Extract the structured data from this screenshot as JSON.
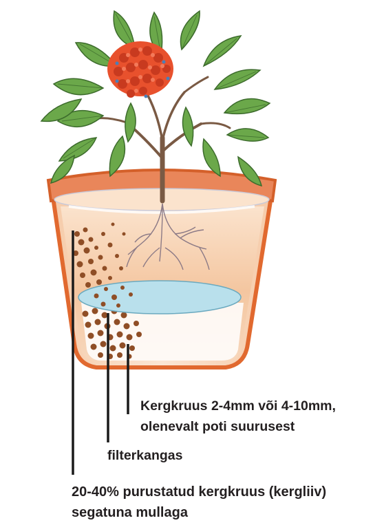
{
  "labels": {
    "aggregate": {
      "line1": "Kergkruus 2-4mm või 4-10mm,",
      "line2": "olenevalt poti suurusest"
    },
    "filter": "filterkangas",
    "mix": {
      "line1": "20-40% purustatud kergkruus (kergliiv)",
      "line2": "segatuna mullaga"
    }
  },
  "colors": {
    "pot": "#e1692f",
    "pot_rim": "#d4602a",
    "soil": "#f4c7a0",
    "water_layer": "#b9e0ec",
    "granules": "#8f4e26",
    "leaf": "#6ba84a",
    "flowers": "#e8512d",
    "stem": "#7a5a44",
    "leader_lines": "#1a1a1a",
    "text": "#231f20"
  }
}
